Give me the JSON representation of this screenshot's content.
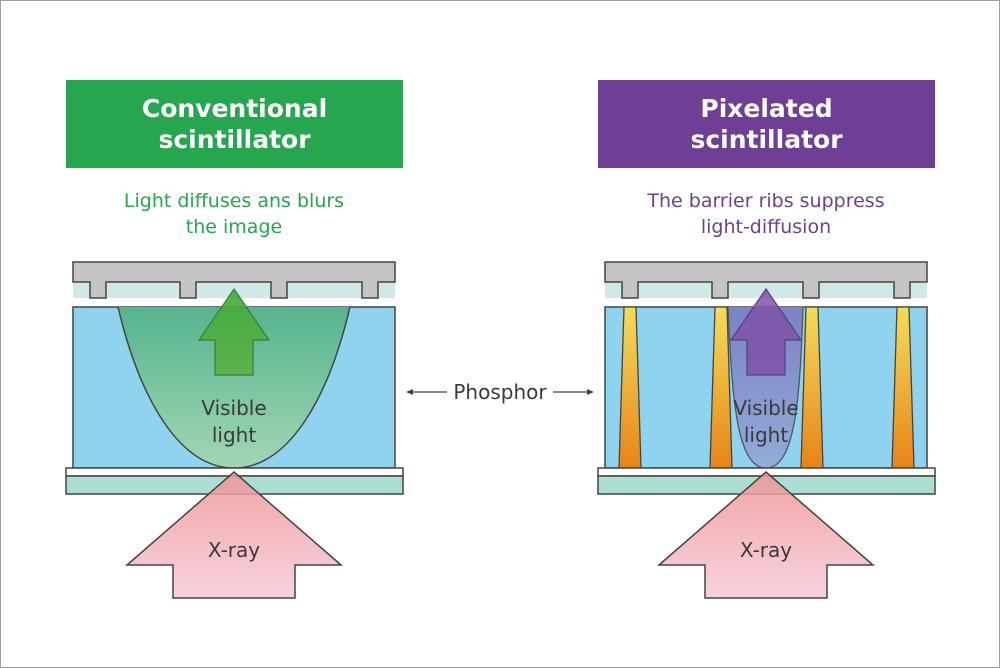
{
  "left_panel": {
    "title_line1": "Conventional",
    "title_line2": "scintillator",
    "subtitle_line1": "Light diffuses ans blurs",
    "subtitle_line2": "the image",
    "light_label_line1": "Visible",
    "light_label_line2": "light",
    "xray_label": "X-ray",
    "accent_color": "#27a650"
  },
  "right_panel": {
    "title_line1": "Pixelated",
    "title_line2": "scintillator",
    "subtitle_line1": "The barrier ribs suppress",
    "subtitle_line2": "light-diffusion",
    "light_label_line1": "Visible",
    "light_label_line2": "light",
    "xray_label": "X-ray",
    "accent_color": "#6e3f94"
  },
  "center": {
    "phosphor_label": "Phosphor"
  }
}
